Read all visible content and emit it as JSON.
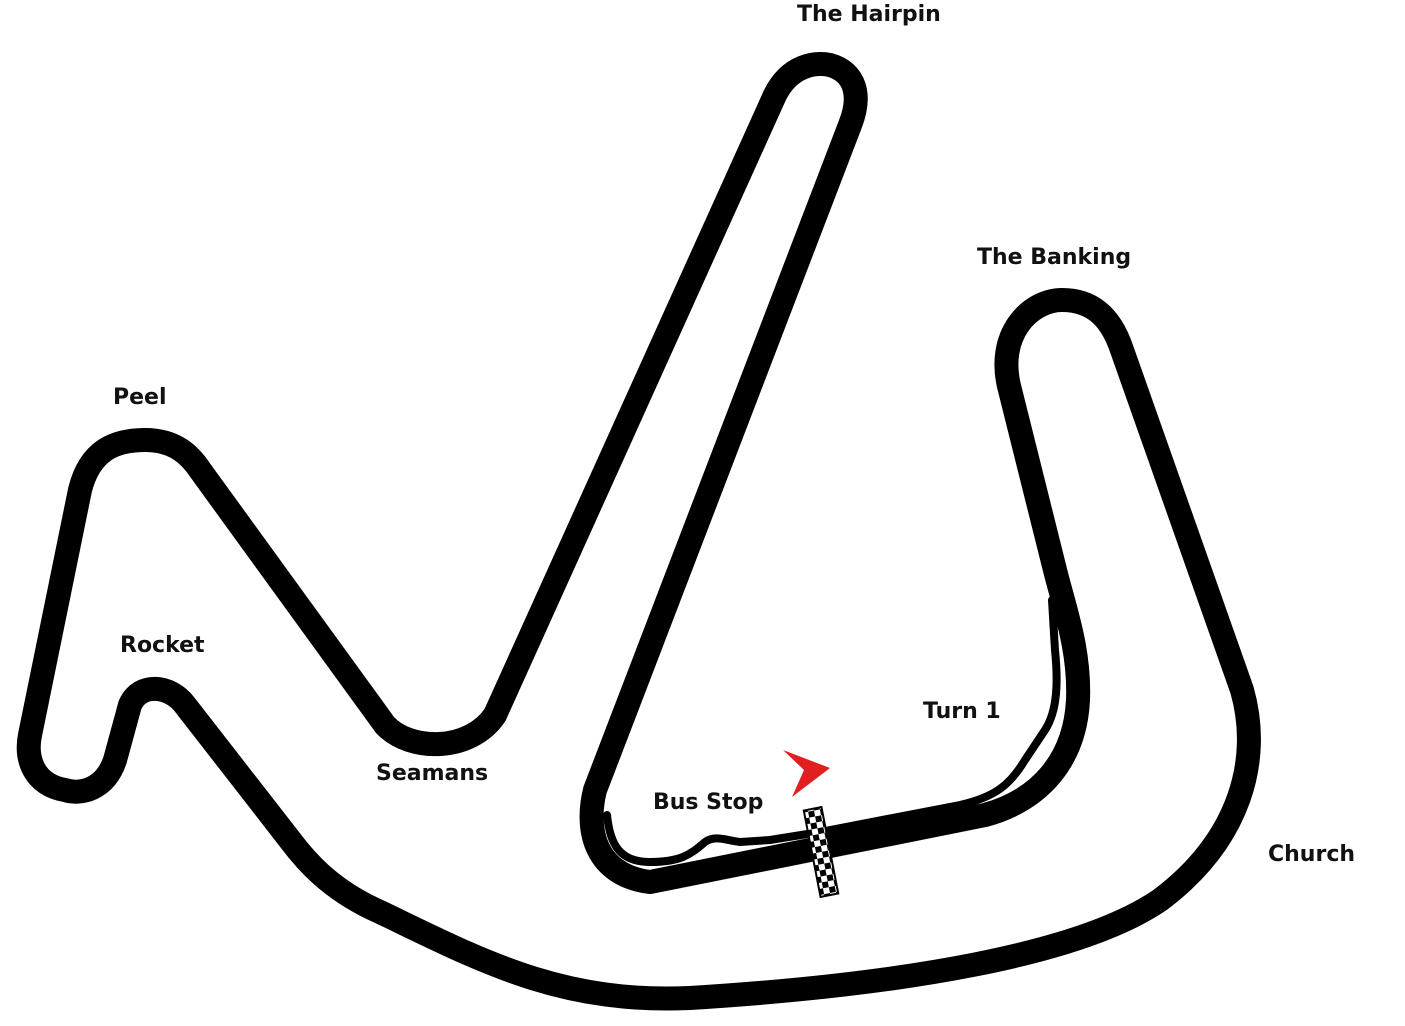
{
  "map": {
    "type": "race-circuit-layout",
    "track_color": "#000000",
    "background_color": "#ffffff",
    "direction_arrow_color": "#e02020",
    "corners": [
      {
        "id": "the-hairpin",
        "label": "The Hairpin"
      },
      {
        "id": "the-banking",
        "label": "The Banking"
      },
      {
        "id": "peel",
        "label": "Peel"
      },
      {
        "id": "rocket",
        "label": "Rocket"
      },
      {
        "id": "seamans",
        "label": "Seamans"
      },
      {
        "id": "turn-1",
        "label": "Turn 1"
      },
      {
        "id": "bus-stop",
        "label": "Bus Stop"
      },
      {
        "id": "church",
        "label": "Church"
      }
    ],
    "markers": {
      "start_finish": "checkered-flag-line",
      "direction": "red-arrow-pointing-right"
    }
  }
}
